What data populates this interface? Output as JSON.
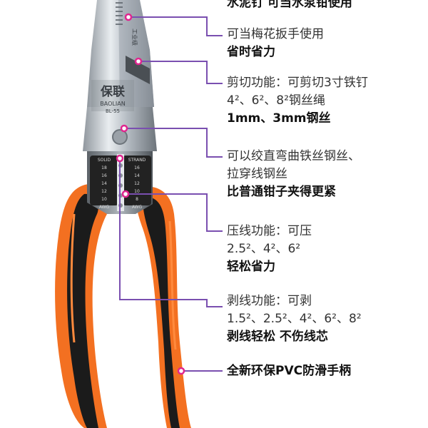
{
  "top_cut": "水泥钉 可当水泵钳使用",
  "features": [
    {
      "line1": "可当梅花扳手使用",
      "line2": "",
      "bold": "省时省力"
    },
    {
      "line1": "剪切功能：可剪切3寸铁钉",
      "line2": "4²、6²、8²钢丝绳",
      "bold": "1mm、3mm钢丝"
    },
    {
      "line1": "可以绞直弯曲铁丝钢丝、",
      "line2": "拉穿线钢丝",
      "bold": "比普通钳子夹得更紧"
    },
    {
      "line1": "压线功能：可压",
      "line2": "2.5²、4²、6²",
      "bold": "轻松省力"
    },
    {
      "line1": "剥线功能：可剥",
      "line2": "1.5²、2.5²、4²、6²、8²",
      "bold": "剥线轻松 不伤线芯"
    }
  ],
  "handle_note": "全新环保PVC防滑手柄",
  "brand": {
    "logo": "保联",
    "name": "BAOLIAN",
    "model": "BL-55",
    "jaw_mark": "工业级"
  },
  "gauge": {
    "labels_left": [
      "SOLID",
      "18",
      "16",
      "14",
      "12",
      "10",
      "AWG"
    ],
    "labels_right": [
      "STRAND",
      "16",
      "14",
      "12",
      "10",
      "8",
      "AWG"
    ]
  },
  "colors": {
    "accent_line": "#7a4fb0",
    "dot": "#e0268f",
    "handle_orange": "#f37021",
    "handle_black": "#1b1b1b",
    "steel": "#c7ccd2"
  }
}
